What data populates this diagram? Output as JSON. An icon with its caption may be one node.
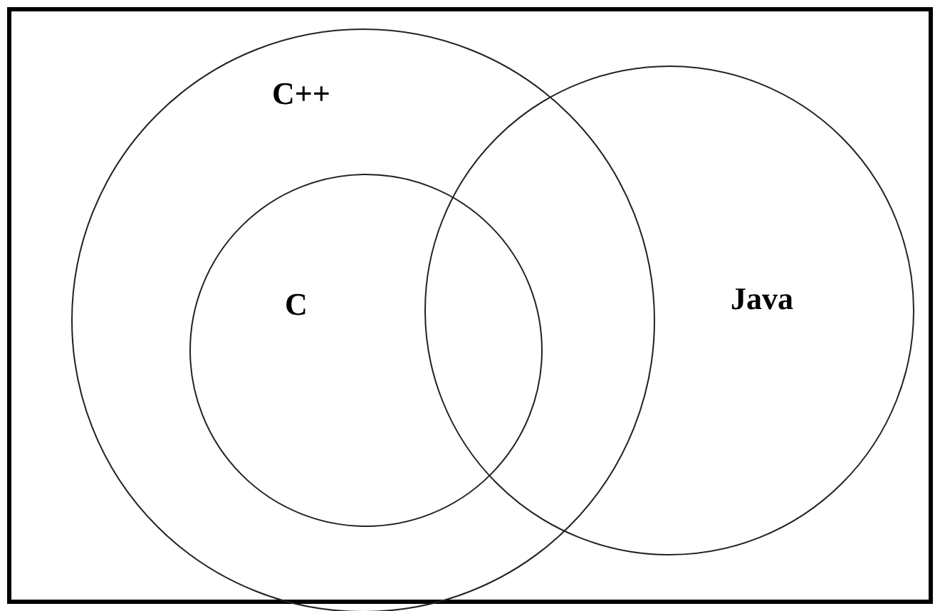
{
  "diagram": {
    "nodes": [
      {
        "text": [
          "C++"
        ]
      },
      {
        "text": [
          "C"
        ],
        "in": 0
      },
      {
        "text": [
          "Java"
        ]
      }
    ]
  }
}
